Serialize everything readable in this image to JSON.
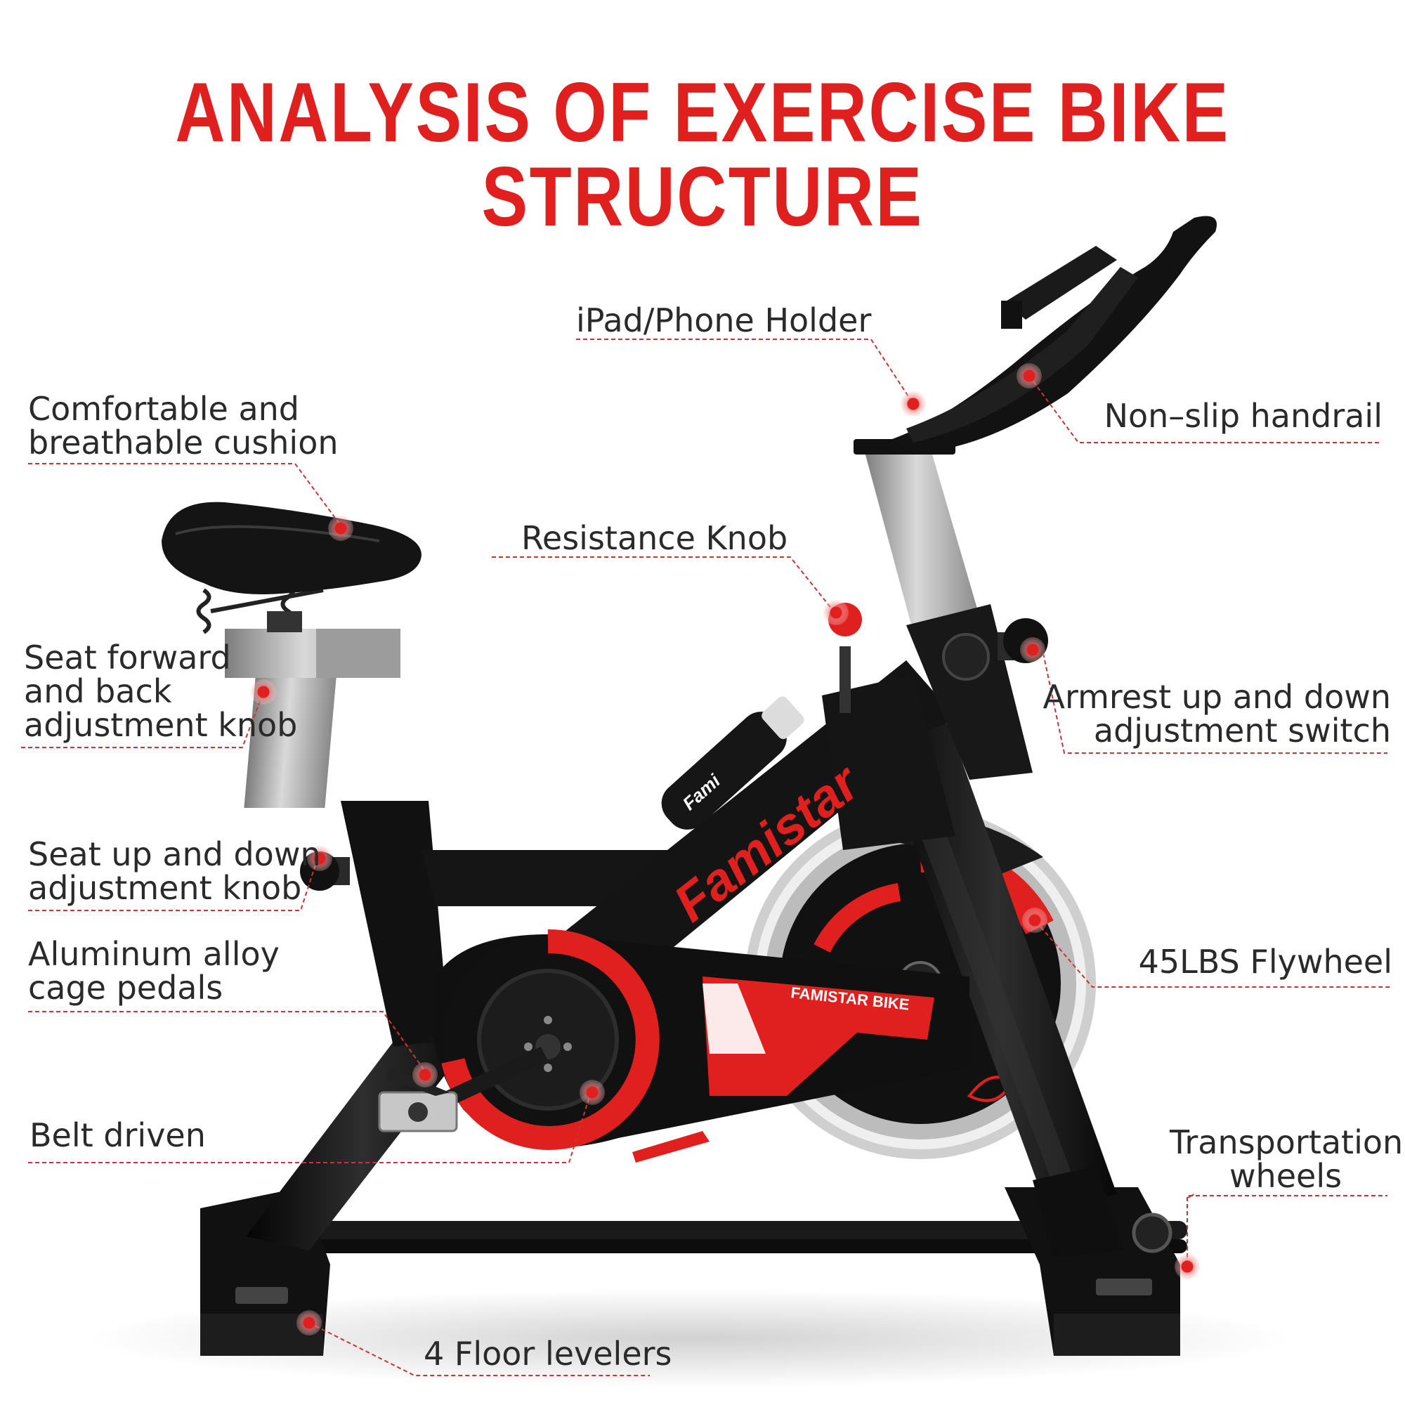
{
  "title": "ANALYSIS OF EXERCISE BIKE STRUCTURE",
  "brand": {
    "frame_logo": "Famistar",
    "guard_logo": "FAMISTAR BIKE",
    "bottle_logo": "Fami"
  },
  "colors": {
    "accent": "#e0201f",
    "label_text": "#2a2a2a",
    "frame": "#141414",
    "silver": "#b4b4b4"
  },
  "labels": {
    "phone_holder": [
      "iPad/Phone Holder"
    ],
    "handrail": [
      "Non–slip handrail"
    ],
    "cushion": [
      "Comfortable and",
      "breathable cushion"
    ],
    "resistance": [
      "Resistance Knob"
    ],
    "seat_fb": [
      "Seat forward",
      "and back",
      "adjustment knob"
    ],
    "armrest": [
      "Armrest up and down",
      "adjustment switch"
    ],
    "seat_ud": [
      "Seat up and down",
      "adjustment knob"
    ],
    "pedals": [
      "Aluminum alloy",
      "cage pedals"
    ],
    "flywheel": [
      "45LBS Flywheel"
    ],
    "belt": [
      "Belt driven"
    ],
    "wheels": [
      "Transportation",
      "wheels"
    ],
    "levelers": [
      "4 Floor levelers"
    ]
  }
}
